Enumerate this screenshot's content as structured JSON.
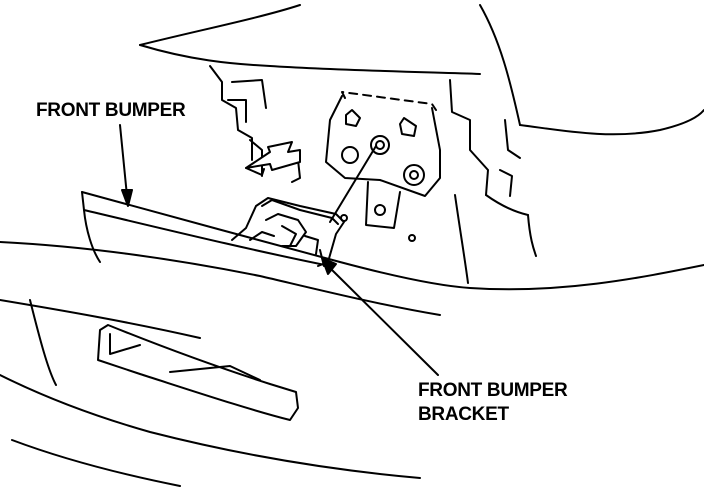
{
  "labels": {
    "front_bumper": "FRONT BUMPER",
    "front_bumper_bracket_line1": "FRONT BUMPER",
    "front_bumper_bracket_line2": "BRACKET"
  },
  "colors": {
    "line": "#000000",
    "background": "#ffffff"
  }
}
